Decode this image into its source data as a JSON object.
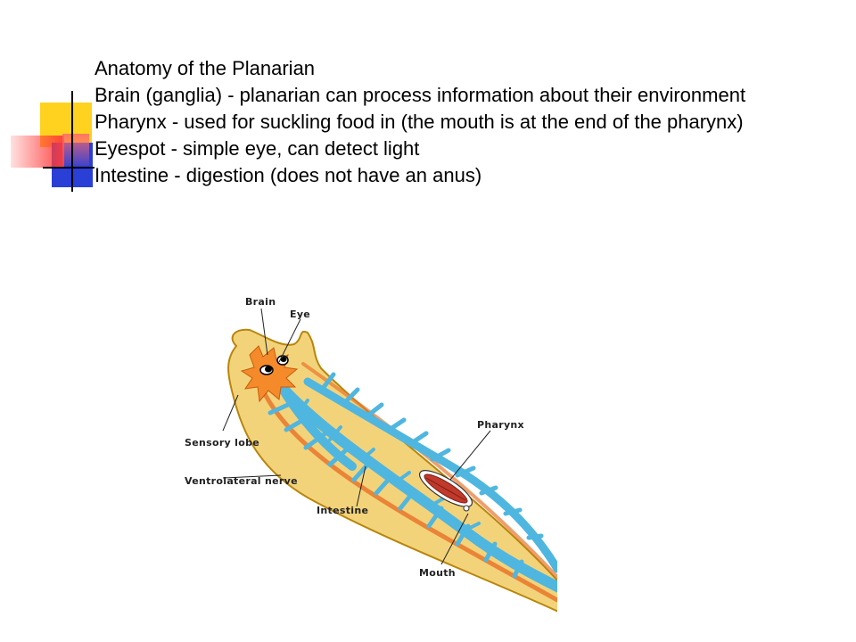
{
  "slide": {
    "title": "Anatomy of the Planarian",
    "lines": [
      "Brain (ganglia) - planarian can process information about their environment",
      "Pharynx - used for suckling food in (the mouth is at the end of the pharynx)",
      "Eyespot - simple eye, can detect light",
      "Intestine - digestion (does not have an anus)"
    ]
  },
  "diagram": {
    "labels": {
      "brain": "Brain",
      "eye": "Eye",
      "sensory_lobe": "Sensory lobe",
      "ventrolateral_nerve": "Ventrolateral nerve",
      "intestine": "Intestine",
      "pharynx": "Pharynx",
      "mouth": "Mouth"
    }
  },
  "colors": {
    "body": "#f3d37a",
    "body_outline": "#b8860b",
    "brain": "#f58a2a",
    "intestine": "#4fb6e0",
    "pharynx": "#c0392b",
    "nerve": "#e8762c",
    "deco_yellow": "#ffd21f",
    "deco_blue": "#2a3fd6",
    "deco_red": "#ff4a4a"
  }
}
